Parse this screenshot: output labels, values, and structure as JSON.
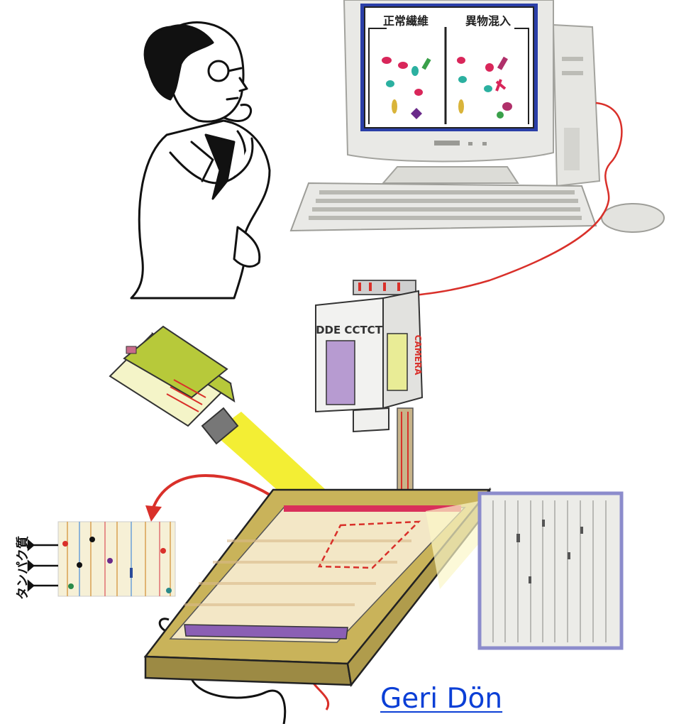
{
  "figure": {
    "screen_left_label": "正常繊維",
    "screen_right_label": "異物混入",
    "camera_front_label": "DDE CCTCT",
    "camera_side_label": "CAMERA",
    "film_label": "タンパク質"
  },
  "back_link": {
    "label": "Geri Dön"
  },
  "colors": {
    "link": "#0b3fd6",
    "wire": "#d9302a",
    "light_beam": "#f2ec1e",
    "tray_frame": "#c9b35a",
    "camera_body": "#b7c93a",
    "panel_border": "#8c8ccc"
  }
}
